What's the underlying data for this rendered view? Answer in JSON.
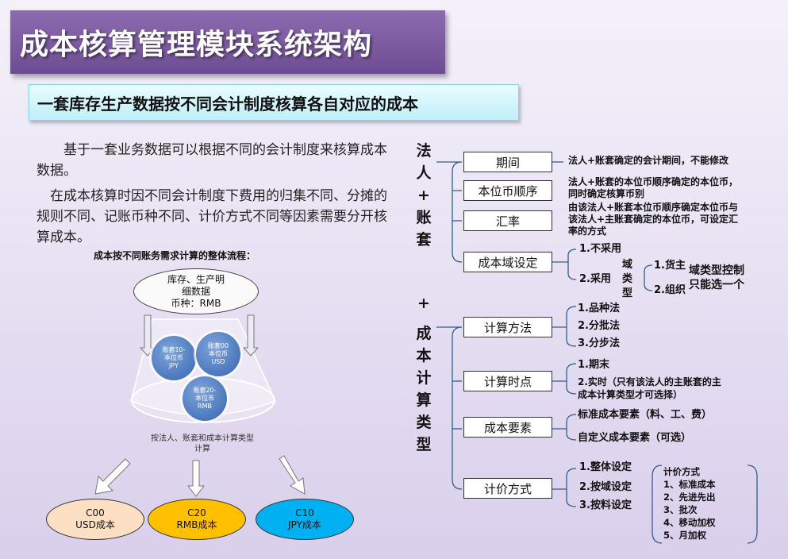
{
  "title": "成本核算管理模块系统架构",
  "subtitle": "一套库存生产数据按不同会计制度核算各自对应的成本",
  "paragraphs": [
    "基于一套业务数据可以根据不同的会计制度来核算成本数据。",
    "在成本核算时因不同会计制度下费用的归集不同、分摊的规则不同、记账币种不同、计价方式不同等因素需要分开核算成本。"
  ],
  "flow": {
    "caption": "成本按不同账务需求计算的整体流程：",
    "source": [
      "库存、生产明",
      "细数据",
      "币种：RMB"
    ],
    "books": [
      {
        "lines": [
          "账套10-",
          "本位币",
          "JPY"
        ]
      },
      {
        "lines": [
          "账套00",
          "本位币",
          "USD"
        ]
      },
      {
        "lines": [
          "账套20-",
          "本位币",
          "RMB"
        ]
      }
    ],
    "calc_label": [
      "按法人、账套和成本计算类型",
      "计算"
    ],
    "outputs": [
      {
        "code": "C00",
        "label": "USD成本",
        "color": "#fde0c4"
      },
      {
        "code": "C20",
        "label": "RMB成本",
        "color": "#ffc000"
      },
      {
        "code": "C10",
        "label": "JPY成本",
        "color": "#00b0f0"
      }
    ]
  },
  "left_vertical": {
    "group1": [
      "法",
      "人",
      "+",
      "账",
      "套"
    ],
    "plus": "+",
    "group2": [
      "成",
      "本",
      "计",
      "算",
      "类",
      "型"
    ]
  },
  "nodes": {
    "period": {
      "label": "期间",
      "note": "法人+账套确定的会计期间，不能修改"
    },
    "currency_order": {
      "label": "本位币顺序",
      "note": [
        "法人+账套的本位币顺序确定的本位币，",
        "同时确定核算币别"
      ]
    },
    "rate": {
      "label": "汇率",
      "note": [
        "由该法人+账套本位币顺序确定本位币与",
        "该法人+主账套确定的本位币，可设定汇",
        "率的方式"
      ]
    },
    "domain_setting": {
      "label": "成本域设定",
      "opt1": "1.不采用",
      "opt2": "2.采用",
      "domain_type": [
        "域",
        "类",
        "型"
      ],
      "sub1": "1.货主",
      "sub2": "2.组织",
      "note": [
        "域类型控制",
        "只能选一个"
      ]
    },
    "calc_method": {
      "label": "计算方法",
      "items": [
        "1.品种法",
        "2.分批法",
        "3.分步法"
      ]
    },
    "calc_time": {
      "label": "计算时点",
      "items": [
        "1.期末",
        "2.实时（只有该法人的主账套的主",
        "成本计算类型才可选择）"
      ]
    },
    "cost_elements": {
      "label": "成本要素",
      "items": [
        "标准成本要素（料、工、费）",
        "自定义成本要素（可选）"
      ]
    },
    "pricing": {
      "label": "计价方式",
      "items": [
        "1.整体设定",
        "2.按域设定",
        "3.按料设定"
      ],
      "methods_title": "计价方式",
      "methods": [
        "1、标准成本",
        "2、先进先出",
        "3、批次",
        "4、移动加权",
        "5、月加权"
      ]
    }
  }
}
